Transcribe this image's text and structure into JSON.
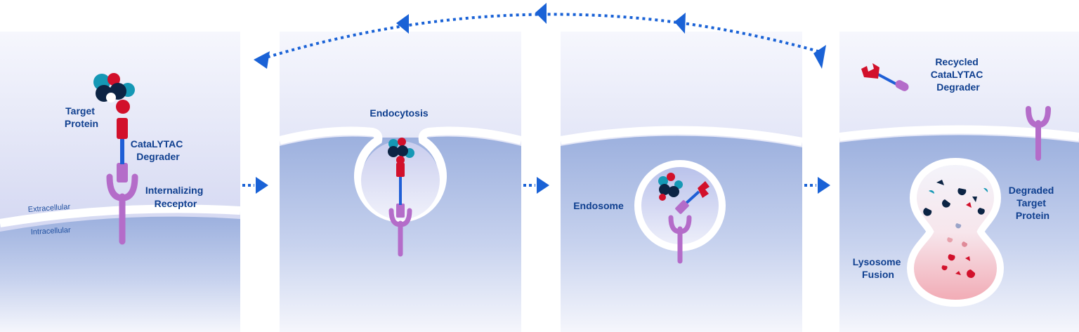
{
  "panels": [
    {
      "id": "binding",
      "labels": {
        "target_protein": [
          "Target",
          "Protein"
        ],
        "degrader": [
          "CataLYTAC",
          "Degrader"
        ],
        "receptor": [
          "Internalizing",
          "Receptor"
        ],
        "extracellular": "Extracellular",
        "intracellular": "Intracellular"
      }
    },
    {
      "id": "endocytosis",
      "labels": {
        "title": "Endocytosis"
      }
    },
    {
      "id": "endosome",
      "labels": {
        "title": "Endosome"
      }
    },
    {
      "id": "lysosome",
      "labels": {
        "recycled": [
          "Recycled",
          "CataLYTAC",
          "Degrader"
        ],
        "degraded": [
          "Degraded",
          "Target",
          "Protein"
        ],
        "fusion": [
          "Lysosome",
          "Fusion"
        ]
      }
    }
  ],
  "colors": {
    "panel_top": "#f4f5fc",
    "panel_mid": "#c9cdee",
    "cell_top": "#9db2df",
    "cell_bottom": "#f2f4fb",
    "membrane": "#ffffff",
    "label": "#0f3f8f",
    "arrow": "#1a62d6",
    "receptor": "#b46cc9",
    "degrader_red": "#d2102b",
    "linker_blue": "#1f5fd6",
    "protein_navy": "#0c2444",
    "protein_teal": "#1598b5",
    "lysosome_pink": "#f4b8bf"
  },
  "icons": [
    "dotted-recycle-arrow",
    "dotted-step-arrow"
  ]
}
